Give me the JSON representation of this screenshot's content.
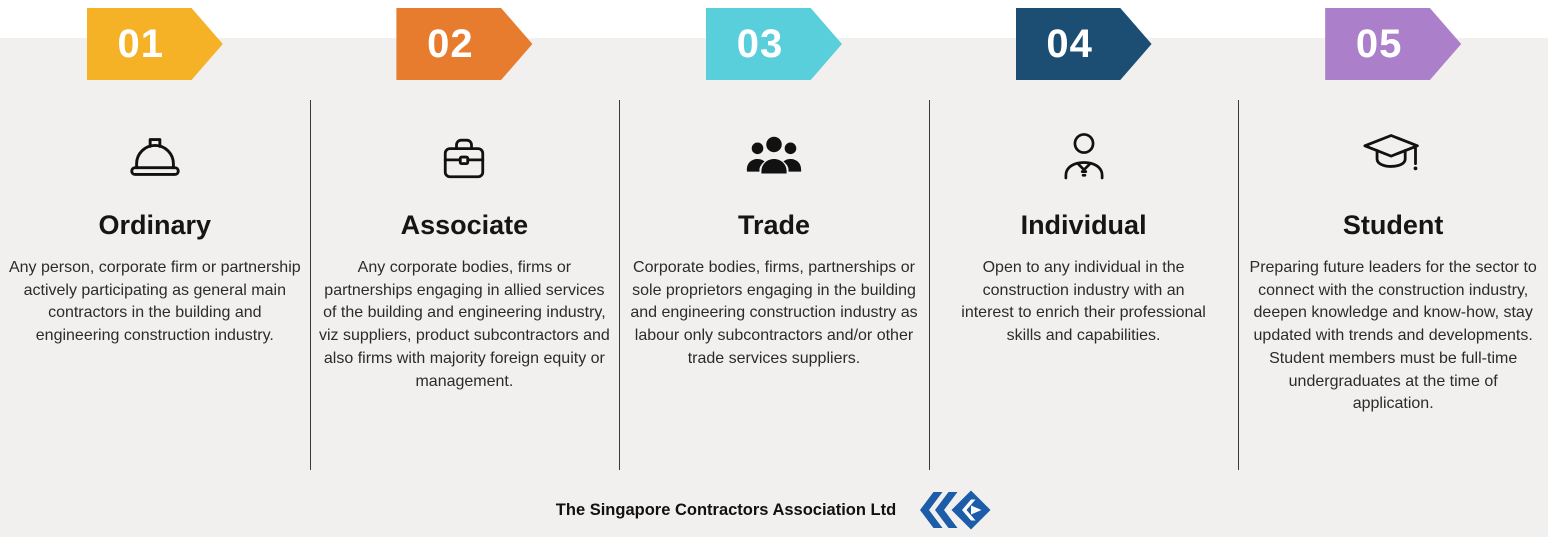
{
  "canvas": {
    "background": "#ffffff",
    "band_background": "#f1f0ee"
  },
  "columns": [
    {
      "number": "01",
      "color": "#F5B227",
      "icon": "hard-hat-icon",
      "title": "Ordinary",
      "description": "Any person, corporate firm or partnership actively participating as general main contractors in the building and engineering construction industry."
    },
    {
      "number": "02",
      "color": "#E77C2E",
      "icon": "briefcase-icon",
      "title": "Associate",
      "description": "Any corporate bodies, firms or partnerships engaging in allied services of the building and engineering industry, viz suppliers, product subcontractors and also firms with majority foreign equity or management."
    },
    {
      "number": "03",
      "color": "#59CFDC",
      "icon": "people-group-icon",
      "title": "Trade",
      "description": "Corporate bodies, firms, partnerships or sole proprietors engaging in the building and engineering construction industry as labour only subcontractors and/or other trade services suppliers."
    },
    {
      "number": "04",
      "color": "#1C4E74",
      "icon": "business-person-icon",
      "title": "Individual",
      "description": "Open to any individual in the construction industry with an interest to enrich their professional skills and capabilities."
    },
    {
      "number": "05",
      "color": "#AC7FCB",
      "icon": "graduation-cap-icon",
      "title": "Student",
      "description": "Preparing future leaders for the sector to connect with the construction industry, deepen knowledge and know-how, stay updated with trends and developments. Student members must be full-time undergraduates at the time of application."
    }
  ],
  "footer": {
    "org_name": "The Singapore Contractors Association Ltd",
    "logo_color": "#1D5CA8"
  }
}
